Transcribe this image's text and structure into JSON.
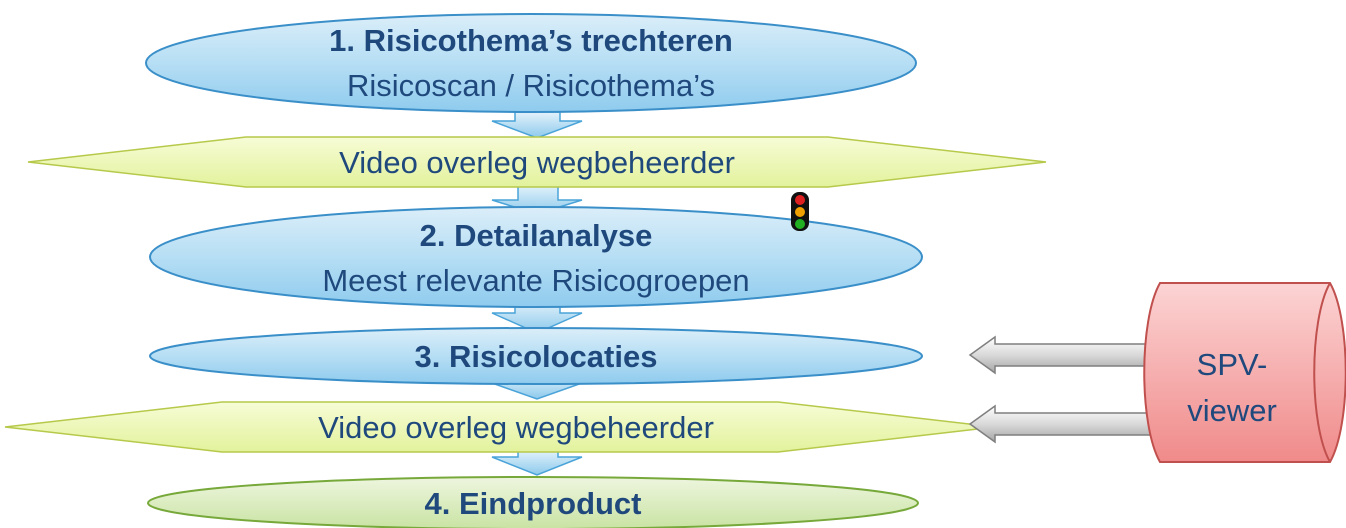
{
  "steps": [
    {
      "title": "1. Risicothema’s trechteren",
      "subtitle": "Risicoscan / Risicothema’s"
    },
    {
      "title": "2. Detailanalyse",
      "subtitle": "Meest relevante Risicogroepen"
    },
    {
      "title": "3. Risicolocaties"
    },
    {
      "title": "4. Eindproduct"
    }
  ],
  "meetings": [
    {
      "label": "Video overleg wegbeheerder"
    },
    {
      "label": "Video overleg wegbeheerder"
    }
  ],
  "source": {
    "line1": "SPV-",
    "line2": "viewer"
  },
  "traffic_light": {
    "colors": [
      "#e02020",
      "#f0a000",
      "#22b022"
    ]
  }
}
